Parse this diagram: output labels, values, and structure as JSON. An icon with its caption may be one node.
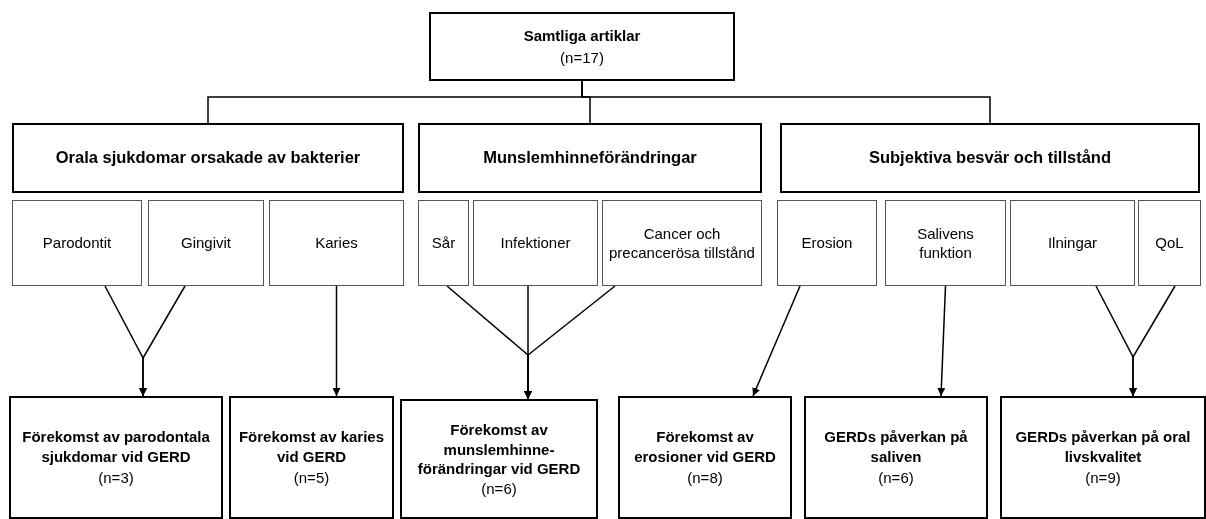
{
  "diagram": {
    "nodes": [
      {
        "text": [
          "Samtliga artiklar",
          "(n=17)"
        ]
      },
      {
        "text": [
          "Orala sjukdomar orsakade av bakterier"
        ]
      },
      {
        "text": [
          "Munslemhinneförändringar"
        ]
      },
      {
        "text": [
          "Subjektiva besvär och tillstånd"
        ]
      },
      {
        "text": [
          "Parodontit"
        ]
      },
      {
        "text": [
          "Gingivit"
        ]
      },
      {
        "text": [
          "Karies"
        ]
      },
      {
        "text": [
          "Sår"
        ]
      },
      {
        "text": [
          "Infektioner"
        ]
      },
      {
        "text": [
          "Cancer och precancerösa tillstånd"
        ]
      },
      {
        "text": [
          "Erosion"
        ]
      },
      {
        "text": [
          "Salivens funktion"
        ]
      },
      {
        "text": [
          "Ilningar"
        ]
      },
      {
        "text": [
          "QoL"
        ]
      },
      {
        "text": [
          "Förekomst av parodontala sjukdomar vid GERD",
          "(n=3)"
        ]
      },
      {
        "text": [
          "Förekomst av karies vid GERD",
          "(n=5)"
        ]
      },
      {
        "text": [
          "**Förekomst av munslemhinne-förändringar vid GERD** (n=6)"
        ]
      },
      {
        "text": [
          "Förekomst av erosioner vid GERD",
          "(n=8)"
        ]
      },
      {
        "text": [
          "GERDs påverkan på saliven",
          "(n=6)"
        ]
      },
      {
        "text": [
          "GERDs påverkan på oral livskvalitet",
          "(n=9)"
        ]
      }
    ],
    "edges": [
      {
        "from": 0,
        "to": 1,
        "arrow": "none"
      },
      {
        "from": 0,
        "to": 2,
        "arrow": "none"
      },
      {
        "from": 0,
        "to": 3,
        "arrow": "none"
      },
      {
        "from": 4,
        "to": 14,
        "arrow": "to"
      },
      {
        "from": 5,
        "to": 14,
        "arrow": "to"
      },
      {
        "from": 6,
        "to": 15,
        "arrow": "to"
      },
      {
        "from": 7,
        "to": 16,
        "arrow": "to"
      },
      {
        "from": 8,
        "to": 16,
        "arrow": "to"
      },
      {
        "from": 9,
        "to": 16,
        "arrow": "to"
      },
      {
        "from": 10,
        "to": 17,
        "arrow": "to"
      },
      {
        "from": 11,
        "to": 18,
        "arrow": "to"
      },
      {
        "from": 12,
        "to": 19,
        "arrow": "to"
      },
      {
        "from": 13,
        "to": 19,
        "arrow": "to"
      }
    ]
  }
}
